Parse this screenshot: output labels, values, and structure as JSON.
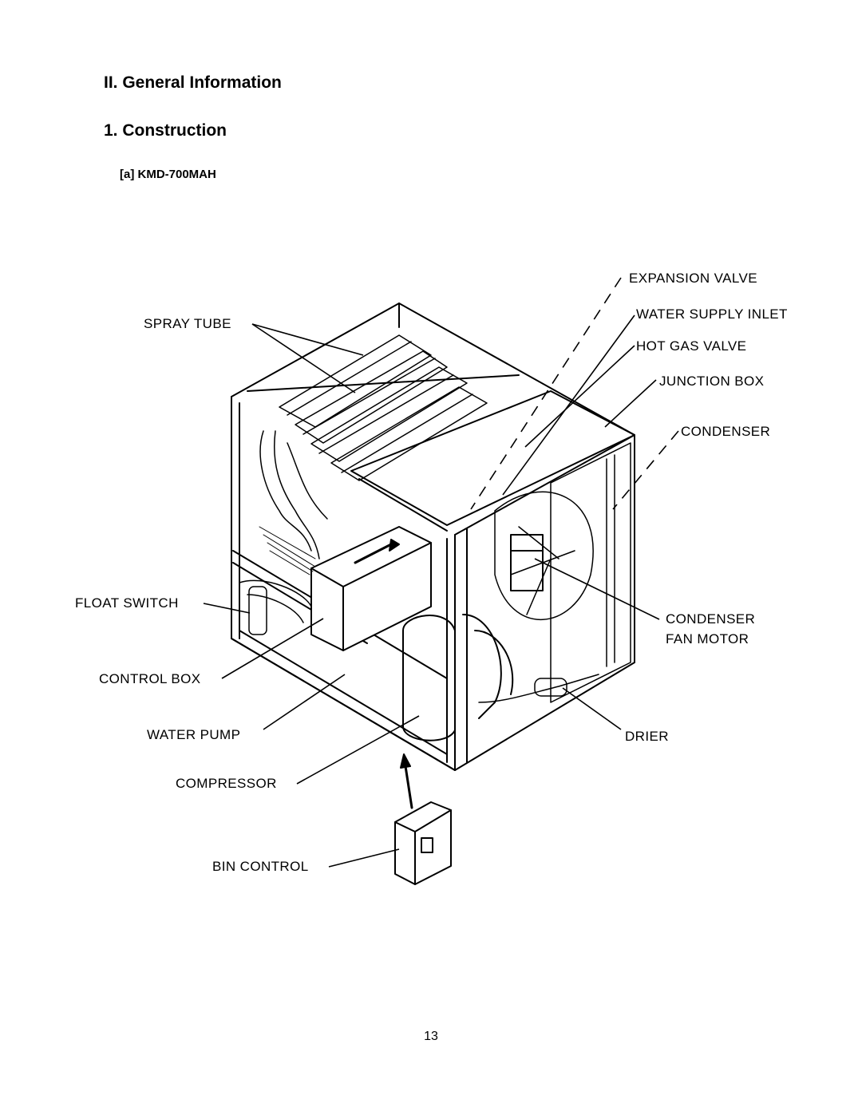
{
  "heading": "II. General Information",
  "subheading": "1. Construction",
  "model": "[a] KMD-700MAH",
  "labels": {
    "expansion_valve": "EXPANSION VALVE",
    "spray_tube": "SPRAY TUBE",
    "water_supply_inlet": "WATER SUPPLY INLET",
    "hot_gas_valve": "HOT GAS VALVE",
    "junction_box": "JUNCTION BOX",
    "condenser": "CONDENSER",
    "float_switch": "FLOAT SWITCH",
    "condenser_fan_motor_1": "CONDENSER",
    "condenser_fan_motor_2": "FAN MOTOR",
    "control_box": "CONTROL BOX",
    "water_pump": "WATER PUMP",
    "drier": "DRIER",
    "compressor": "COMPRESSOR",
    "bin_control": "BIN CONTROL"
  },
  "page_number": "13"
}
